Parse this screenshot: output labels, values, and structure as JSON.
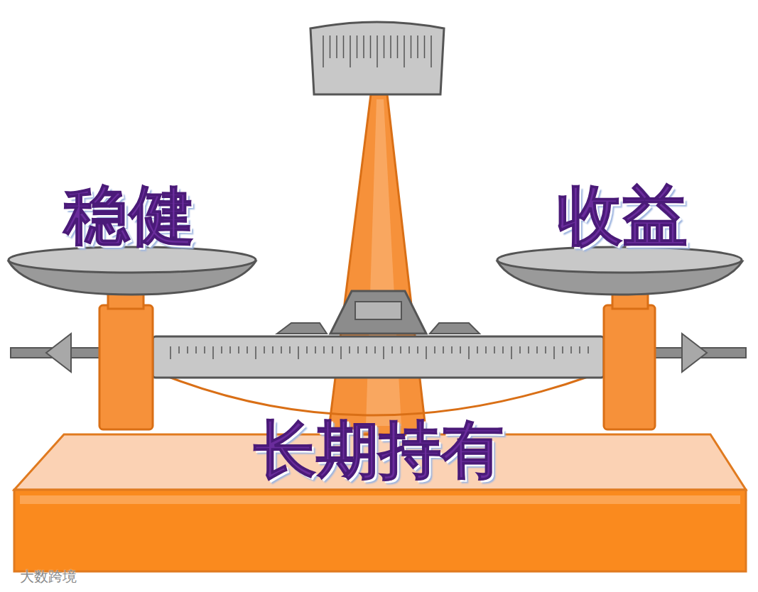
{
  "diagram": {
    "labels": [
      "稳健",
      "收益",
      "长期持有",
      "大数跨境"
    ]
  }
}
